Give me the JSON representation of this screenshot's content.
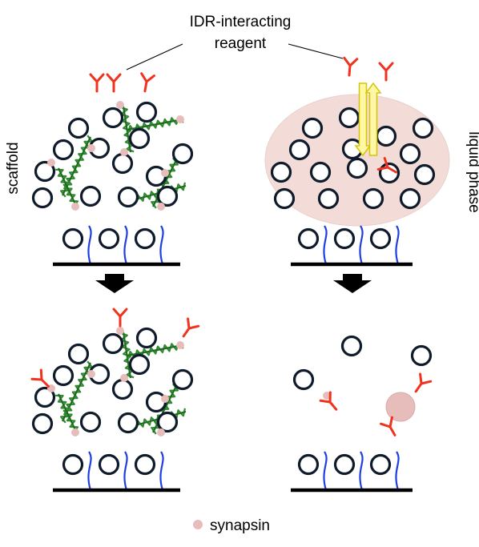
{
  "title": {
    "line1": "IDR-interacting",
    "line2": "reagent"
  },
  "labels": {
    "left": "scaffold",
    "right": "liquid phase"
  },
  "legend": {
    "label": "synapsin"
  },
  "colors": {
    "vesicle_stroke": "#0f1b2a",
    "actin": "#2f8a2f",
    "actin_dark": "#1f6b1f",
    "synapsin": "#e7bdbb",
    "reagent": "#f0321e",
    "tether": "#1f3ee0",
    "membrane": "#000000",
    "droplet_fill": "#f3dcd8",
    "droplet_stroke": "#e9cfcb",
    "arrow_fill": "#fff7a8",
    "arrow_stroke": "#d7c400",
    "step_arrow": "#000000"
  }
}
